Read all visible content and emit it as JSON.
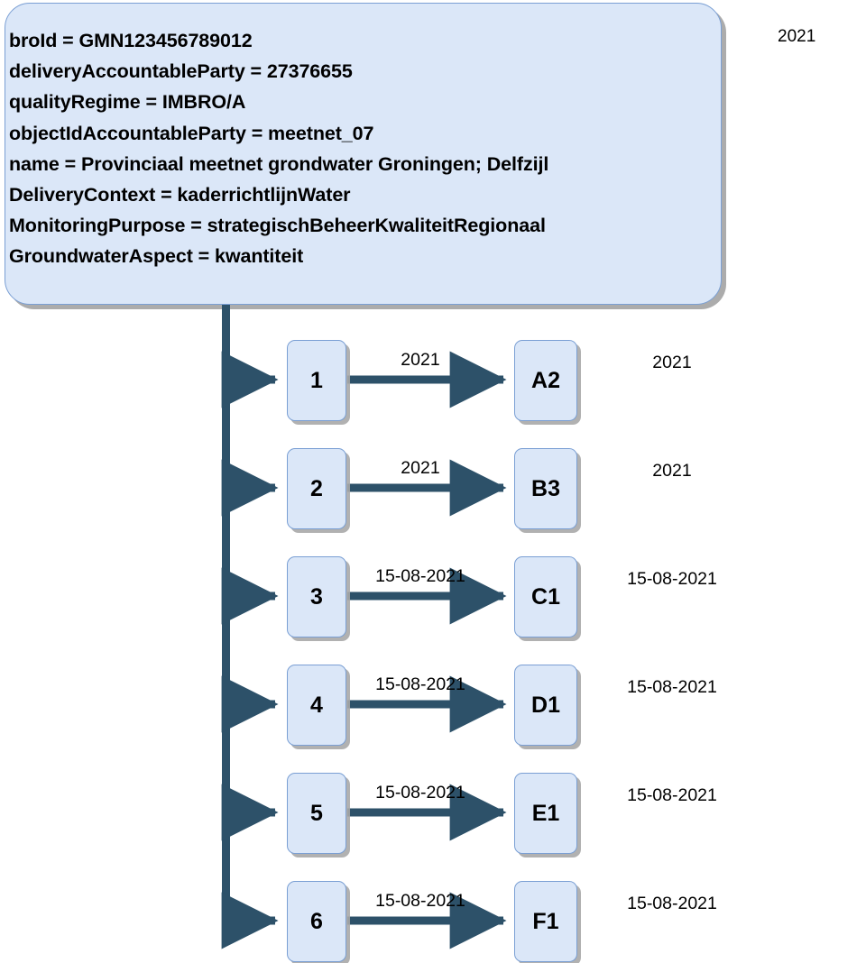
{
  "panel": {
    "lines": [
      "broId = GMN123456789012",
      "deliveryAccountableParty = 27376655",
      "qualityRegime = IMBRO/A",
      "objectIdAccountableParty = meetnet_07",
      "name = Provinciaal meetnet grondwater Groningen; Delfzijl",
      "DeliveryContext = kaderrichtlijnWater",
      "MonitoringPurpose = strategischBeheerKwaliteitRegionaal",
      "GroundwaterAspect = kwantiteit"
    ]
  },
  "corner_label": "2021",
  "colors": {
    "node_fill": "#dbe7f8",
    "node_border": "#7a9fd4",
    "connector": "#2d5169",
    "shadow": "#a8a8a8",
    "text": "#000000",
    "background": "#ffffff"
  },
  "rows": [
    {
      "source": "1",
      "target": "A2",
      "edge_label": "2021",
      "row_label": "2021"
    },
    {
      "source": "2",
      "target": "B3",
      "edge_label": "2021",
      "row_label": "2021"
    },
    {
      "source": "3",
      "target": "C1",
      "edge_label": "15-08-2021",
      "row_label": "15-08-2021"
    },
    {
      "source": "4",
      "target": "D1",
      "edge_label": "15-08-2021",
      "row_label": "15-08-2021"
    },
    {
      "source": "5",
      "target": "E1",
      "edge_label": "15-08-2021",
      "row_label": "15-08-2021"
    },
    {
      "source": "6",
      "target": "F1",
      "edge_label": "15-08-2021",
      "row_label": "15-08-2021"
    }
  ]
}
